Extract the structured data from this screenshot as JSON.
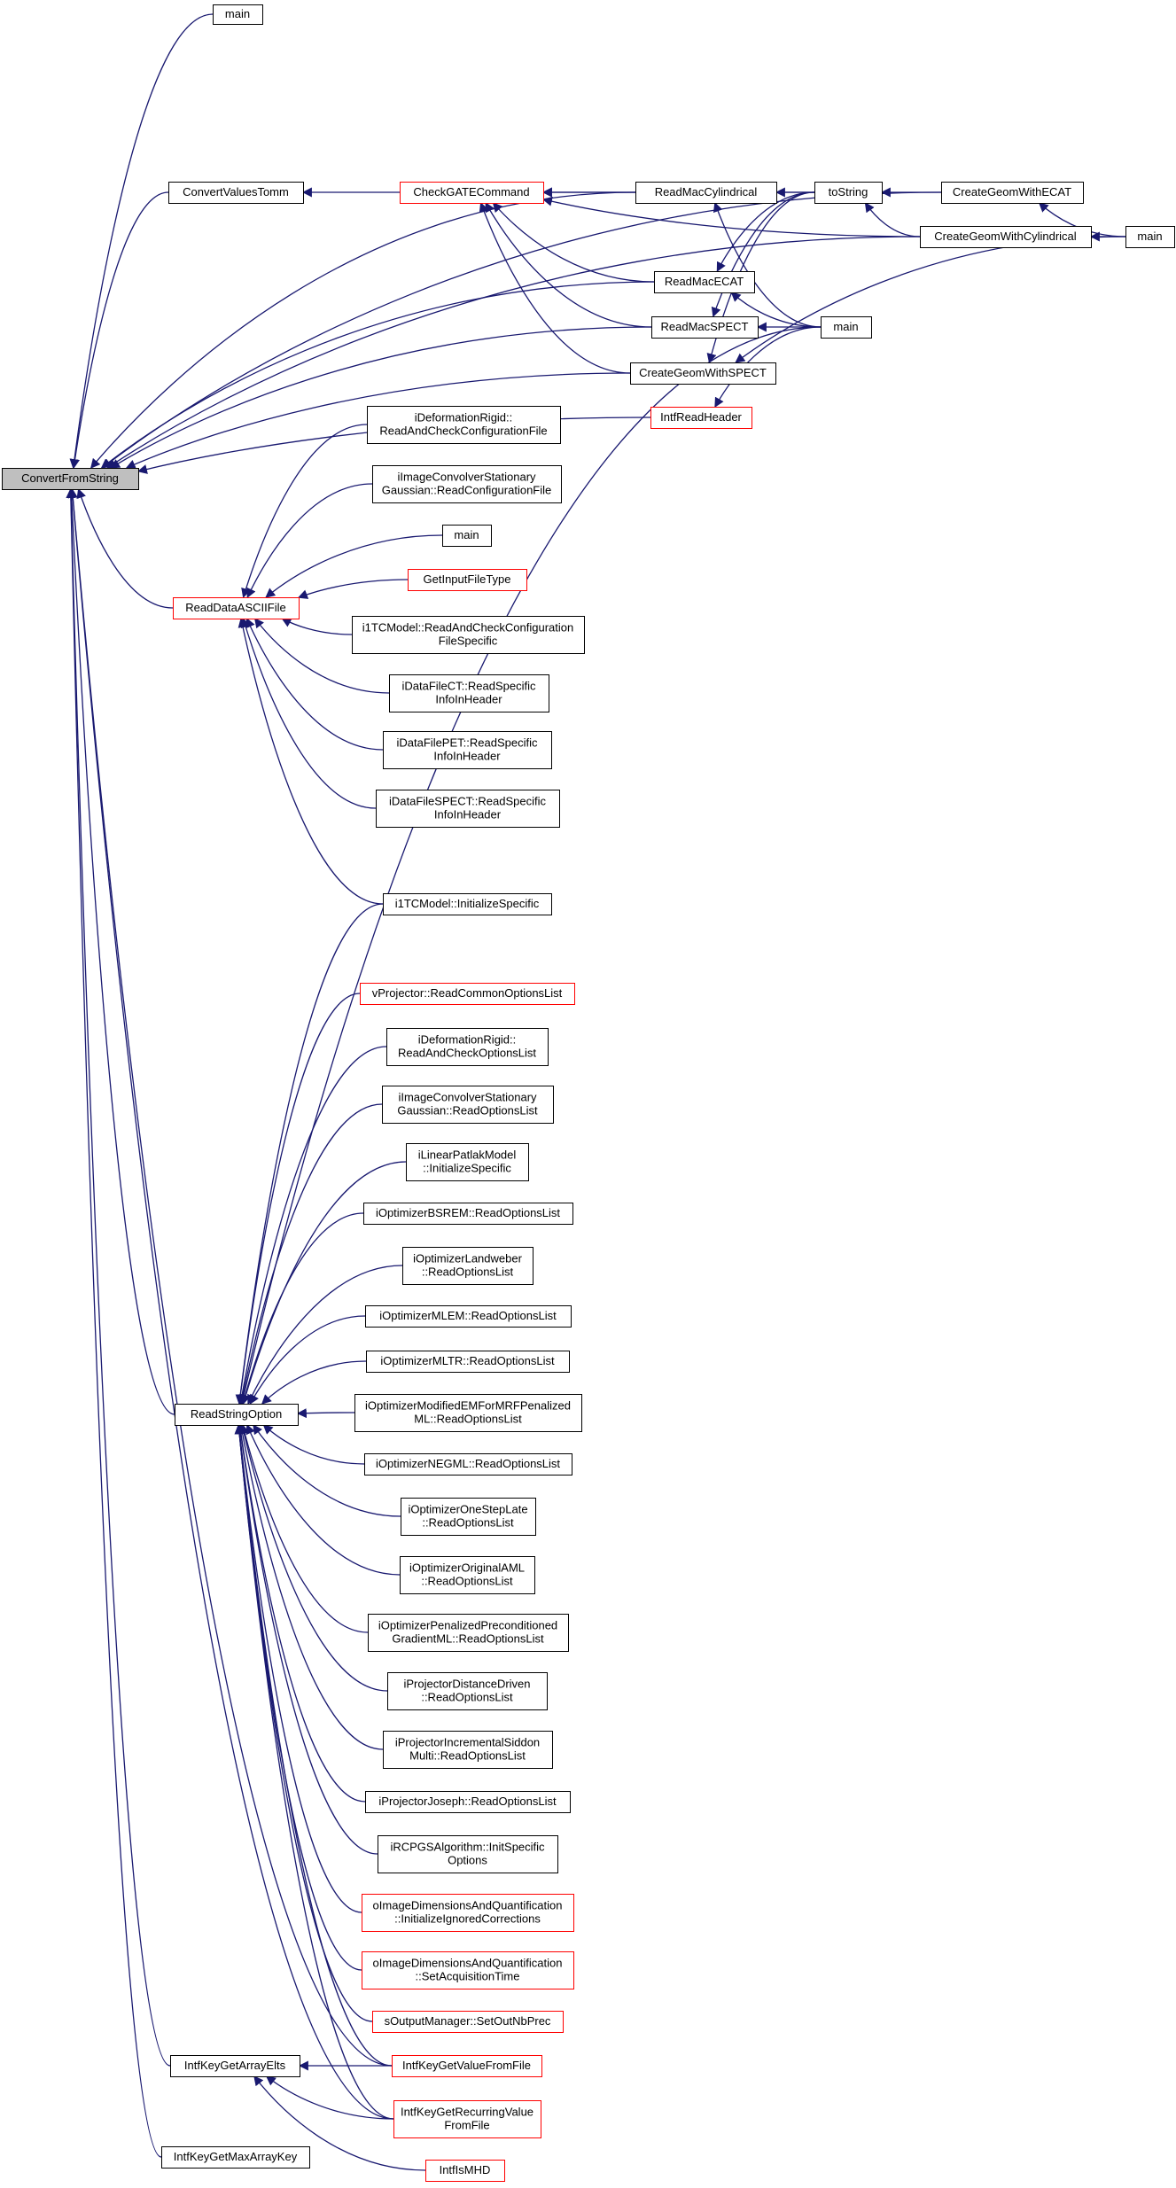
{
  "diagram": {
    "nodes": [
      {
        "id": "ConvertFromString",
        "lines": [
          "ConvertFromString"
        ],
        "style": "focus"
      },
      {
        "id": "main_top",
        "lines": [
          "main"
        ],
        "style": "normal"
      },
      {
        "id": "ConvertValuesTomm",
        "lines": [
          "ConvertValuesTomm"
        ],
        "style": "normal"
      },
      {
        "id": "CheckGATECommand",
        "lines": [
          "CheckGATECommand"
        ],
        "style": "truncated"
      },
      {
        "id": "ReadMacCylindrical",
        "lines": [
          "ReadMacCylindrical"
        ],
        "style": "normal"
      },
      {
        "id": "toString",
        "lines": [
          "toString"
        ],
        "style": "normal"
      },
      {
        "id": "CreateGeomWithECAT",
        "lines": [
          "CreateGeomWithECAT"
        ],
        "style": "normal"
      },
      {
        "id": "CreateGeomWithCylindrical",
        "lines": [
          "CreateGeomWithCylindrical"
        ],
        "style": "normal"
      },
      {
        "id": "main_right",
        "lines": [
          "main"
        ],
        "style": "normal"
      },
      {
        "id": "ReadMacECAT",
        "lines": [
          "ReadMacECAT"
        ],
        "style": "normal"
      },
      {
        "id": "ReadMacSPECT",
        "lines": [
          "ReadMacSPECT"
        ],
        "style": "normal"
      },
      {
        "id": "main_mid",
        "lines": [
          "main"
        ],
        "style": "normal"
      },
      {
        "id": "CreateGeomWithSPECT",
        "lines": [
          "CreateGeomWithSPECT"
        ],
        "style": "normal"
      },
      {
        "id": "IntfReadHeader",
        "lines": [
          "IntfReadHeader"
        ],
        "style": "truncated"
      },
      {
        "id": "ReadDataASCIIFile",
        "lines": [
          "ReadDataASCIIFile"
        ],
        "style": "truncated"
      },
      {
        "id": "iDeformationRigid_RACCF",
        "lines": [
          "iDeformationRigid::",
          "ReadAndCheckConfigurationFile"
        ],
        "style": "normal"
      },
      {
        "id": "iImageConvolverStationaryGaussian_RCF",
        "lines": [
          "iImageConvolverStationary",
          "Gaussian::ReadConfigurationFile"
        ],
        "style": "normal"
      },
      {
        "id": "main_rda",
        "lines": [
          "main"
        ],
        "style": "normal"
      },
      {
        "id": "GetInputFileType",
        "lines": [
          "GetInputFileType"
        ],
        "style": "truncated"
      },
      {
        "id": "i1TCModel_RACCFS",
        "lines": [
          "i1TCModel::ReadAndCheckConfiguration",
          "FileSpecific"
        ],
        "style": "normal"
      },
      {
        "id": "iDataFileCT_RSIIH",
        "lines": [
          "iDataFileCT::ReadSpecific",
          "InfoInHeader"
        ],
        "style": "normal"
      },
      {
        "id": "iDataFilePET_RSIIH",
        "lines": [
          "iDataFilePET::ReadSpecific",
          "InfoInHeader"
        ],
        "style": "normal"
      },
      {
        "id": "iDataFileSPECT_RSIIH",
        "lines": [
          "iDataFileSPECT::ReadSpecific",
          "InfoInHeader"
        ],
        "style": "normal"
      },
      {
        "id": "i1TCModel_IS",
        "lines": [
          "i1TCModel::InitializeSpecific"
        ],
        "style": "normal"
      },
      {
        "id": "vProjector_RCOL",
        "lines": [
          "vProjector::ReadCommonOptionsList"
        ],
        "style": "truncated"
      },
      {
        "id": "iDeformationRigid_RACOL",
        "lines": [
          "iDeformationRigid::",
          "ReadAndCheckOptionsList"
        ],
        "style": "normal"
      },
      {
        "id": "iImageConvolverStationaryGaussian_ROL",
        "lines": [
          "iImageConvolverStationary",
          "Gaussian::ReadOptionsList"
        ],
        "style": "normal"
      },
      {
        "id": "iLinearPatlakModel_IS",
        "lines": [
          "iLinearPatlakModel",
          "::InitializeSpecific"
        ],
        "style": "normal"
      },
      {
        "id": "iOptimizerBSREM_ROL",
        "lines": [
          "iOptimizerBSREM::ReadOptionsList"
        ],
        "style": "normal"
      },
      {
        "id": "iOptimizerLandweber_ROL",
        "lines": [
          "iOptimizerLandweber",
          "::ReadOptionsList"
        ],
        "style": "normal"
      },
      {
        "id": "iOptimizerMLEM_ROL",
        "lines": [
          "iOptimizerMLEM::ReadOptionsList"
        ],
        "style": "normal"
      },
      {
        "id": "iOptimizerMLTR_ROL",
        "lines": [
          "iOptimizerMLTR::ReadOptionsList"
        ],
        "style": "normal"
      },
      {
        "id": "ReadStringOption",
        "lines": [
          "ReadStringOption"
        ],
        "style": "normal"
      },
      {
        "id": "iOptimizerModifiedEMForMRFPenalizedML_ROL",
        "lines": [
          "iOptimizerModifiedEMForMRFPenalized",
          "ML::ReadOptionsList"
        ],
        "style": "normal"
      },
      {
        "id": "iOptimizerNEGML_ROL",
        "lines": [
          "iOptimizerNEGML::ReadOptionsList"
        ],
        "style": "normal"
      },
      {
        "id": "iOptimizerOneStepLate_ROL",
        "lines": [
          "iOptimizerOneStepLate",
          "::ReadOptionsList"
        ],
        "style": "normal"
      },
      {
        "id": "iOptimizerOriginalAML_ROL",
        "lines": [
          "iOptimizerOriginalAML",
          "::ReadOptionsList"
        ],
        "style": "normal"
      },
      {
        "id": "iOptimizerPenalizedPreconditionedGradientML_ROL",
        "lines": [
          "iOptimizerPenalizedPreconditioned",
          "GradientML::ReadOptionsList"
        ],
        "style": "normal"
      },
      {
        "id": "iProjectorDistanceDriven_ROL",
        "lines": [
          "iProjectorDistanceDriven",
          "::ReadOptionsList"
        ],
        "style": "normal"
      },
      {
        "id": "iProjectorIncrementalSiddonMulti_ROL",
        "lines": [
          "iProjectorIncrementalSiddon",
          "Multi::ReadOptionsList"
        ],
        "style": "normal"
      },
      {
        "id": "iProjectorJoseph_ROL",
        "lines": [
          "iProjectorJoseph::ReadOptionsList"
        ],
        "style": "normal"
      },
      {
        "id": "iRCPGSAlgorithm_ISO",
        "lines": [
          "iRCPGSAlgorithm::InitSpecific",
          "Options"
        ],
        "style": "normal"
      },
      {
        "id": "oImageDimensionsAndQuantification_IIC",
        "lines": [
          "oImageDimensionsAndQuantification",
          "::InitializeIgnoredCorrections"
        ],
        "style": "truncated"
      },
      {
        "id": "oImageDimensionsAndQuantification_SAT",
        "lines": [
          "oImageDimensionsAndQuantification",
          "::SetAcquisitionTime"
        ],
        "style": "truncated"
      },
      {
        "id": "sOutputManager_SONP",
        "lines": [
          "sOutputManager::SetOutNbPrec"
        ],
        "style": "truncated"
      },
      {
        "id": "IntfKeyGetArrayElts",
        "lines": [
          "IntfKeyGetArrayElts"
        ],
        "style": "normal"
      },
      {
        "id": "IntfKeyGetValueFromFile",
        "lines": [
          "IntfKeyGetValueFromFile"
        ],
        "style": "truncated"
      },
      {
        "id": "IntfKeyGetRecurringValueFromFile",
        "lines": [
          "IntfKeyGetRecurringValue",
          "FromFile"
        ],
        "style": "truncated"
      },
      {
        "id": "IntfKeyGetMaxArrayKey",
        "lines": [
          "IntfKeyGetMaxArrayKey"
        ],
        "style": "normal"
      },
      {
        "id": "IntfIsMHD",
        "lines": [
          "IntfIsMHD"
        ],
        "style": "truncated"
      }
    ],
    "edges": [
      [
        "ConvertFromString",
        "main_top"
      ],
      [
        "ConvertFromString",
        "ConvertValuesTomm"
      ],
      [
        "ConvertFromString",
        "CreateGeomWithECAT"
      ],
      [
        "ConvertFromString",
        "ReadMacCylindrical"
      ],
      [
        "ConvertFromString",
        "ReadMacECAT"
      ],
      [
        "ConvertFromString",
        "ReadMacSPECT"
      ],
      [
        "ConvertFromString",
        "CreateGeomWithSPECT"
      ],
      [
        "ConvertFromString",
        "IntfReadHeader"
      ],
      [
        "ConvertFromString",
        "ReadDataASCIIFile"
      ],
      [
        "ConvertFromString",
        "CreateGeomWithCylindrical"
      ],
      [
        "ConvertFromString",
        "ReadStringOption"
      ],
      [
        "ConvertFromString",
        "IntfKeyGetArrayElts"
      ],
      [
        "ConvertFromString",
        "IntfKeyGetValueFromFile"
      ],
      [
        "ConvertFromString",
        "IntfKeyGetRecurringValueFromFile"
      ],
      [
        "ConvertFromString",
        "IntfKeyGetMaxArrayKey"
      ],
      [
        "ConvertValuesTomm",
        "CheckGATECommand"
      ],
      [
        "CheckGATECommand",
        "ReadMacCylindrical"
      ],
      [
        "CheckGATECommand",
        "toString"
      ],
      [
        "CheckGATECommand",
        "CreateGeomWithCylindrical"
      ],
      [
        "CheckGATECommand",
        "ReadMacECAT"
      ],
      [
        "CheckGATECommand",
        "ReadMacSPECT"
      ],
      [
        "CheckGATECommand",
        "CreateGeomWithSPECT"
      ],
      [
        "ReadMacCylindrical",
        "toString"
      ],
      [
        "ReadMacCylindrical",
        "main_mid"
      ],
      [
        "toString",
        "CreateGeomWithECAT"
      ],
      [
        "toString",
        "CreateGeomWithCylindrical"
      ],
      [
        "CreateGeomWithECAT",
        "main_right"
      ],
      [
        "CreateGeomWithCylindrical",
        "main_right"
      ],
      [
        "ReadMacECAT",
        "toString"
      ],
      [
        "ReadMacECAT",
        "main_mid"
      ],
      [
        "ReadMacSPECT",
        "toString"
      ],
      [
        "ReadMacSPECT",
        "main_mid"
      ],
      [
        "CreateGeomWithSPECT",
        "toString"
      ],
      [
        "CreateGeomWithSPECT",
        "main_right"
      ],
      [
        "IntfReadHeader",
        "main_mid"
      ],
      [
        "ReadDataASCIIFile",
        "iDeformationRigid_RACCF"
      ],
      [
        "ReadDataASCIIFile",
        "iImageConvolverStationaryGaussian_RCF"
      ],
      [
        "ReadDataASCIIFile",
        "main_rda"
      ],
      [
        "ReadDataASCIIFile",
        "GetInputFileType"
      ],
      [
        "ReadDataASCIIFile",
        "i1TCModel_RACCFS"
      ],
      [
        "ReadDataASCIIFile",
        "iDataFileCT_RSIIH"
      ],
      [
        "ReadDataASCIIFile",
        "iDataFilePET_RSIIH"
      ],
      [
        "ReadDataASCIIFile",
        "iDataFileSPECT_RSIIH"
      ],
      [
        "ReadDataASCIIFile",
        "i1TCModel_IS"
      ],
      [
        "ReadStringOption",
        "i1TCModel_IS"
      ],
      [
        "ReadStringOption",
        "main_mid"
      ],
      [
        "ReadStringOption",
        "vProjector_RCOL"
      ],
      [
        "ReadStringOption",
        "iDeformationRigid_RACOL"
      ],
      [
        "ReadStringOption",
        "iImageConvolverStationaryGaussian_ROL"
      ],
      [
        "ReadStringOption",
        "iLinearPatlakModel_IS"
      ],
      [
        "ReadStringOption",
        "iOptimizerBSREM_ROL"
      ],
      [
        "ReadStringOption",
        "iOptimizerLandweber_ROL"
      ],
      [
        "ReadStringOption",
        "iOptimizerMLEM_ROL"
      ],
      [
        "ReadStringOption",
        "iOptimizerMLTR_ROL"
      ],
      [
        "ReadStringOption",
        "iOptimizerModifiedEMForMRFPenalizedML_ROL"
      ],
      [
        "ReadStringOption",
        "iOptimizerNEGML_ROL"
      ],
      [
        "ReadStringOption",
        "iOptimizerOneStepLate_ROL"
      ],
      [
        "ReadStringOption",
        "iOptimizerOriginalAML_ROL"
      ],
      [
        "ReadStringOption",
        "iOptimizerPenalizedPreconditionedGradientML_ROL"
      ],
      [
        "ReadStringOption",
        "iProjectorDistanceDriven_ROL"
      ],
      [
        "ReadStringOption",
        "iProjectorIncrementalSiddonMulti_ROL"
      ],
      [
        "ReadStringOption",
        "iProjectorJoseph_ROL"
      ],
      [
        "ReadStringOption",
        "iRCPGSAlgorithm_ISO"
      ],
      [
        "ReadStringOption",
        "oImageDimensionsAndQuantification_IIC"
      ],
      [
        "ReadStringOption",
        "oImageDimensionsAndQuantification_SAT"
      ],
      [
        "ReadStringOption",
        "sOutputManager_SONP"
      ],
      [
        "ReadStringOption",
        "IntfKeyGetValueFromFile"
      ],
      [
        "ReadStringOption",
        "IntfKeyGetRecurringValueFromFile"
      ],
      [
        "IntfKeyGetArrayElts",
        "IntfKeyGetValueFromFile"
      ],
      [
        "IntfKeyGetArrayElts",
        "IntfKeyGetRecurringValueFromFile"
      ],
      [
        "IntfKeyGetArrayElts",
        "IntfIsMHD"
      ]
    ]
  },
  "colors": {
    "edge": "#191970",
    "border": "#000000",
    "truncated_border": "#ff0000",
    "focus_fill": "#bfbfbf",
    "node_fill": "#ffffff",
    "text": "#000000"
  }
}
